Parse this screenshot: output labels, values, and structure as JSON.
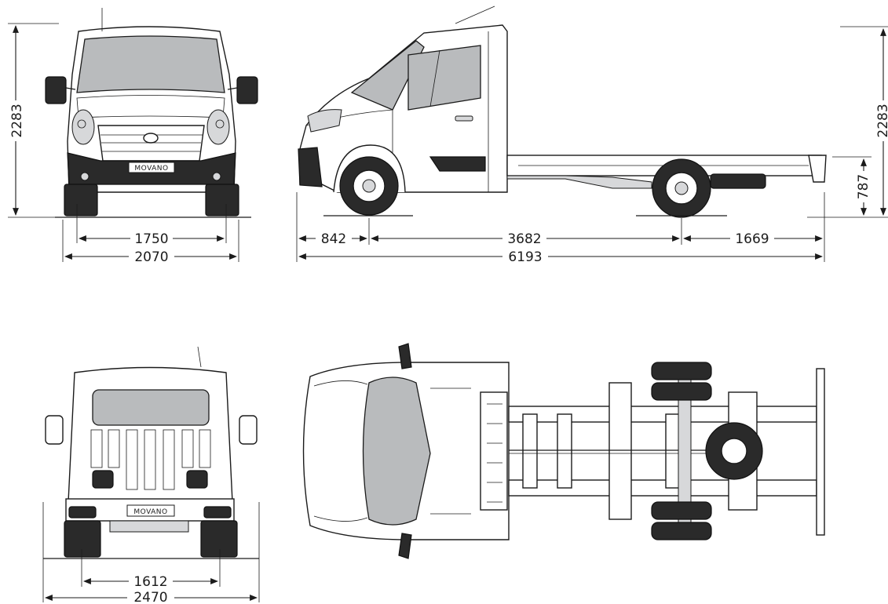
{
  "badge": "MOVANO",
  "dimensions": {
    "front_height": "2283",
    "front_track": "1750",
    "front_width": "2070",
    "side_height": "2283",
    "side_frame_height": "787",
    "front_overhang": "842",
    "wheelbase": "3682",
    "rear_overhang": "1669",
    "overall_length": "6193",
    "rear_track": "1612",
    "rear_width": "2470"
  }
}
